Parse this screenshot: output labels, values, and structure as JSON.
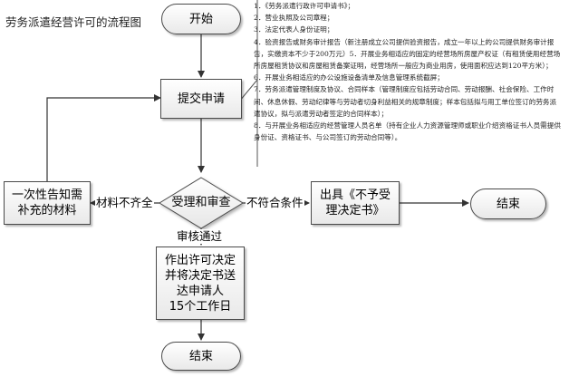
{
  "title": "劳务派遣经营许可的流程图",
  "nodes": {
    "start": "开始",
    "submit": "提交申请",
    "review": "受理和审查",
    "supplement": [
      "一次性告知需",
      "补充的材料"
    ],
    "reject": [
      "出具《不予受",
      "理决定书》"
    ],
    "end_right": "结束",
    "decision": [
      "作出许可决定",
      "并将决定书送",
      "达申请人",
      "15个工作日"
    ],
    "end_bottom": "结束"
  },
  "edges": {
    "incomplete": "材料不齐全",
    "nonconform": "不符合条件",
    "approved": "审核通过"
  },
  "notes": [
    "1．《劳务派遣行政许可申请书》；",
    "2．营业执照及公司章程；",
    "3．法定代表人身份证明；",
    "4．验资报告或财务审计报告（新注册成立公司提供验资报告，成立一年以上的公司提供财务审计报告，实缴资本不少于200万元）5．开展业务相适应的固定的经营场所房屋产权证（有租赁使用经营场所房屋租赁协议和房屋租赁备案证明，经营场所一般应为商业用房，使用面积应达到120平方米）；",
    "6．开展业务相适应的办公设施设备清单及信息管理系统截屏；",
    "7．劳务派遣管理制度及协议、合同样本（管理制度应包括劳动合同、劳动报酬、社会保险、工作时间、休息休假、劳动纪律等与劳动者切身利益相关的规章制度；样本包括拟与用工单位签订的劳务派遣协议，拟与派遣劳动者签定的合同样本）；",
    "8．与开展业务相适应的经营管理人员名单（持有企业人力资源管理师或职业介绍资格证书人员需提供身份证、资格证书、与公司签订的劳动合同等）。"
  ]
}
